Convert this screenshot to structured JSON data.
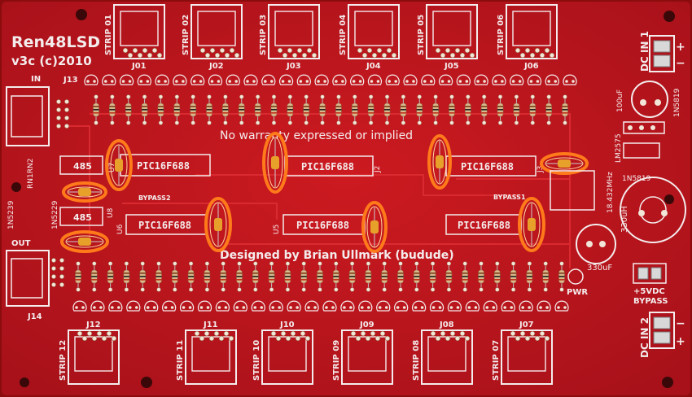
{
  "board": {
    "name": "Ren48LSD",
    "version": "v3c (c)2010",
    "warranty": "No warranty expressed or implied",
    "designer": "Designed by Brian Ullmark (budude)",
    "colors": {
      "pcb": "#c0151c",
      "pcb_dark": "#8f0d12",
      "silk": "#f4ecec",
      "highlight": "#ff7a1a",
      "cap": "#e7a12b",
      "resistor": "#d9b88a"
    }
  },
  "top_strips": [
    "STRIP 01",
    "STRIP 02",
    "STRIP 03",
    "STRIP 04",
    "STRIP 05",
    "STRIP 06"
  ],
  "top_refs": [
    "J01",
    "J02",
    "J03",
    "J04",
    "J05",
    "J06"
  ],
  "bottom_strips": [
    "STRIP 12",
    "STRIP 11",
    "STRIP 10",
    "STRIP 09",
    "STRIP 08",
    "STRIP 07"
  ],
  "bottom_refs": [
    "J12",
    "J11",
    "J10",
    "J09",
    "J08",
    "J07"
  ],
  "chips_top": [
    "PIC16F688",
    "PIC16F688",
    "PIC16F688"
  ],
  "chips_bottom": [
    "PIC16F688",
    "PIC16F688",
    "PIC16F688"
  ],
  "chip_refs": {
    "u7": "U7",
    "u6": "U6",
    "u5": "U5",
    "u8": "U8",
    "j2": "J2",
    "j3": "J3"
  },
  "rs485": [
    "485",
    "485"
  ],
  "ports": {
    "in": "IN",
    "out": "OUT",
    "j13": "J13",
    "j14": "J14"
  },
  "labels": {
    "bypass1": "BYPASS1",
    "bypass2": "BYPASS2",
    "dc_in_1": "DC IN 1",
    "dc_in_2": "DC IN 2",
    "cap100": "100uF",
    "cap330a": "330uH",
    "cap330b": "330uF",
    "reg": "LM2575",
    "diode": "1N5819",
    "diode2": "1N5819",
    "crystal": "18.432MHz",
    "pwr": "PWR",
    "vdc": "+5VDC",
    "bypass": "BYPASS",
    "d1": "1N5239",
    "d2": "1N5229",
    "rn": "RN1RN2",
    "plus": "+",
    "minus": "−"
  }
}
